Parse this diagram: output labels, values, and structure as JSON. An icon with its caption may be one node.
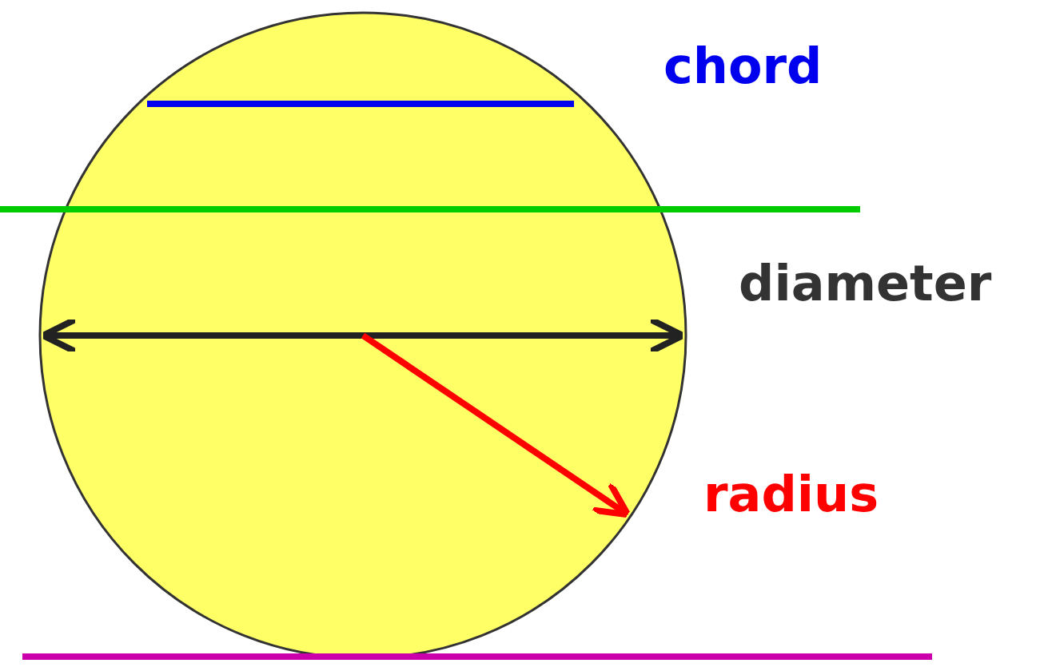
{
  "diagram": {
    "labels": [
      "chord",
      "diameter",
      "radius"
    ]
  }
}
